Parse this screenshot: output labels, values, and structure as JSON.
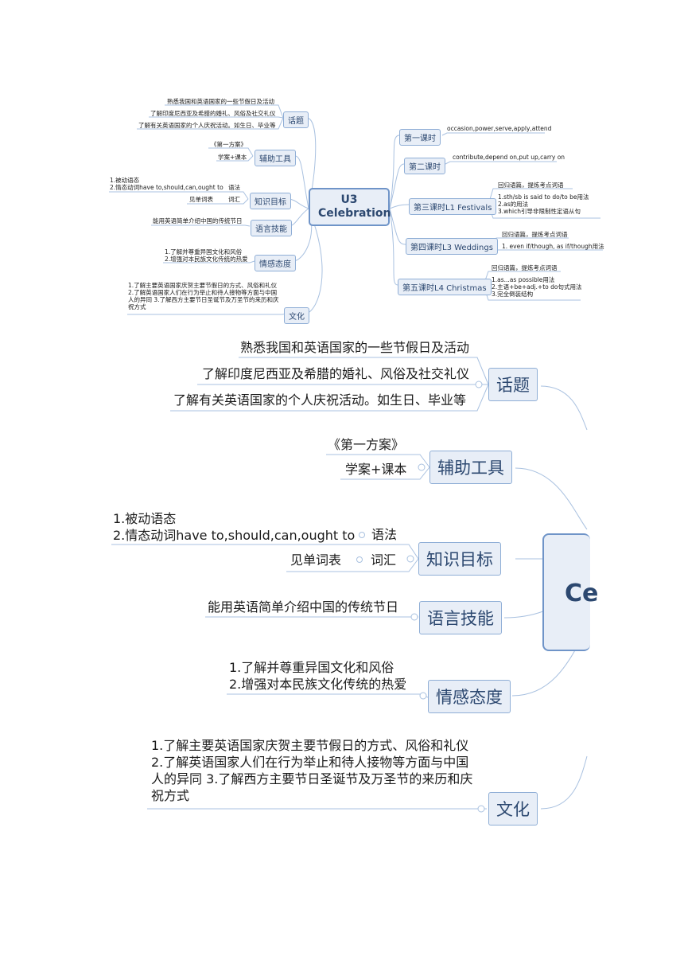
{
  "central": {
    "line1": "U3",
    "line2": "Celebration",
    "clip_text": "Ce"
  },
  "left_topics": [
    {
      "label": "话题",
      "items": [
        "熟悉我国和英语国家的一些节假日及活动",
        "了解印度尼西亚及希腊的婚礼、风俗及社交礼仪",
        "了解有关英语国家的个人庆祝活动。如生日、毕业等"
      ]
    },
    {
      "label": "辅助工具",
      "items": [
        "《第一方案》",
        "学案+课本"
      ]
    },
    {
      "label": "知识目标",
      "subs": [
        {
          "label": "语法",
          "detail": "1.被动语态\n2.情态动词have to,should,can,ought to"
        },
        {
          "label": "词汇",
          "detail": "见单词表"
        }
      ]
    },
    {
      "label": "语言技能",
      "items": [
        "能用英语简单介绍中国的传统节日"
      ]
    },
    {
      "label": "情感态度",
      "items": [
        "1.了解并尊重异国文化和风俗\n2.增强对本民族文化传统的热爱"
      ]
    },
    {
      "label": "文化",
      "items": [
        "1.了解主要英语国家庆贺主要节假日的方式、风俗和礼仪\n2.了解英语国家人们在行为举止和待人接物等方面与中国人的异同\n3.了解西方主要节日圣诞节及万圣节的来历和庆祝方式"
      ]
    }
  ],
  "right_topics": [
    {
      "label": "第一课时",
      "items": [
        "occasion,power,serve,apply,attend"
      ]
    },
    {
      "label": "第二课时",
      "items": [
        "contribute,depend on,put up,carry on"
      ]
    },
    {
      "label": "第三课时L1 Festivals",
      "items": [
        "回归语篇，提炼考点词语",
        "1.sth/sb is said to do/to be用法\n2.as的用法\n3.which引导非限制性定语从句"
      ]
    },
    {
      "label": "第四课时L3 Weddings",
      "items": [
        "回归语篇，提炼考点词语",
        "1. even if/though, as if/though用法"
      ]
    },
    {
      "label": "第五课时L4 Christmas",
      "items": [
        "回归语篇，提炼考点词语",
        "1.as...as possible用法\n2.主语+be+adj.+to do句式用法\n3.完全倒装结构"
      ]
    }
  ],
  "colors": {
    "box_fill": "#e8eef7",
    "box_border": "#8faed6",
    "line": "#a9c1e0",
    "text": "#2c4870"
  }
}
